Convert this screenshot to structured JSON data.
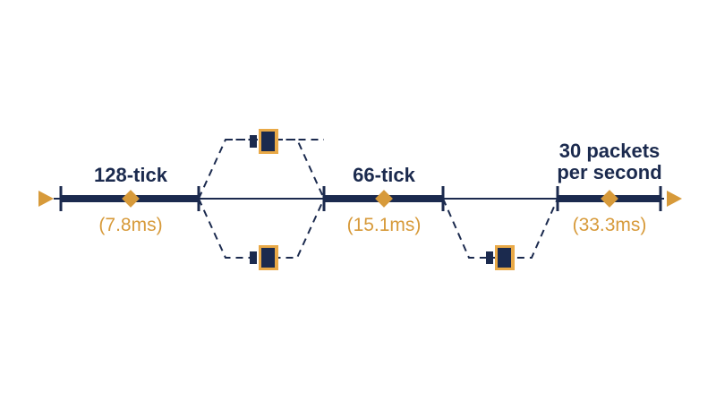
{
  "colors": {
    "navy": "#1b2a4e",
    "gold": "#d79a3a",
    "packet_fill": "#e9a947",
    "background": "#ffffff"
  },
  "segments": [
    {
      "label": "128-tick",
      "time": "(7.8ms)"
    },
    {
      "label": "66-tick",
      "time": "(15.1ms)"
    },
    {
      "label_line1": "30 packets",
      "label_line2": "per second",
      "time": "(33.3ms)"
    }
  ],
  "icons": [
    "arrow-left-icon",
    "arrow-right-icon",
    "packet-icon"
  ]
}
